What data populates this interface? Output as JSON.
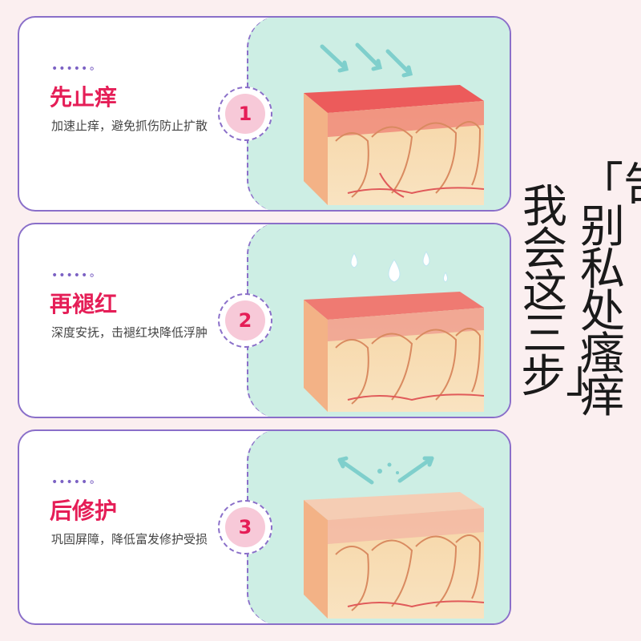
{
  "steps": [
    {
      "number": "1",
      "title": "先止痒",
      "desc": "加速止痒，避免抓伤防止扩散",
      "dots": "•••••∘"
    },
    {
      "number": "2",
      "title": "再褪红",
      "desc": "深度安抚，击褪红块降低浮肿",
      "dots": "•••••∘"
    },
    {
      "number": "3",
      "title": "后修护",
      "desc": "巩固屏障，降低富发修护受损",
      "dots": "•••••∘"
    }
  ],
  "headline": {
    "line1": "「告别私处瘙痒",
    "line2": "我会这三步」"
  },
  "colors": {
    "accent": "#e51e57",
    "border": "#8a6fc9",
    "panel": "#cdeee4",
    "badge": "#f7c9d8"
  }
}
